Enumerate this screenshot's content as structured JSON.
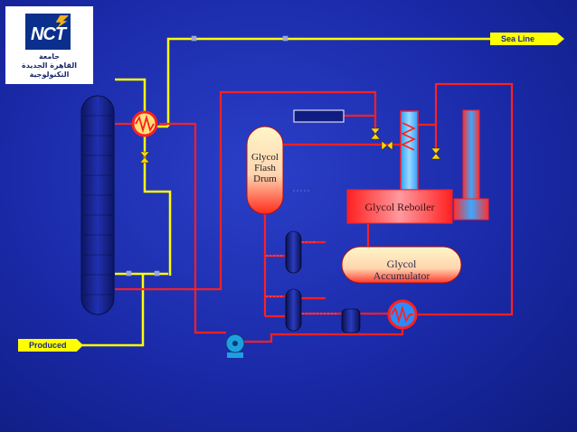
{
  "logo": {
    "brand": "NCT",
    "line1": "جامعة",
    "line2": "القاهرة الجديدة",
    "line3": "التكنولوجية"
  },
  "streams": {
    "sea_line": "Sea Line",
    "produced": "Produced"
  },
  "equipment": {
    "flash_drum": [
      "Glycol",
      "Flash",
      "Drum"
    ],
    "reboiler": "Glycol Reboiler",
    "accumulator": [
      "Glycol",
      "Accumulator"
    ]
  },
  "colors": {
    "background": "#1a2aa8",
    "gas_line": "#ffff00",
    "glycol_line": "#ff2020",
    "vessel_fill": "#ff3a3a",
    "tag_fill": "#ffff00"
  }
}
